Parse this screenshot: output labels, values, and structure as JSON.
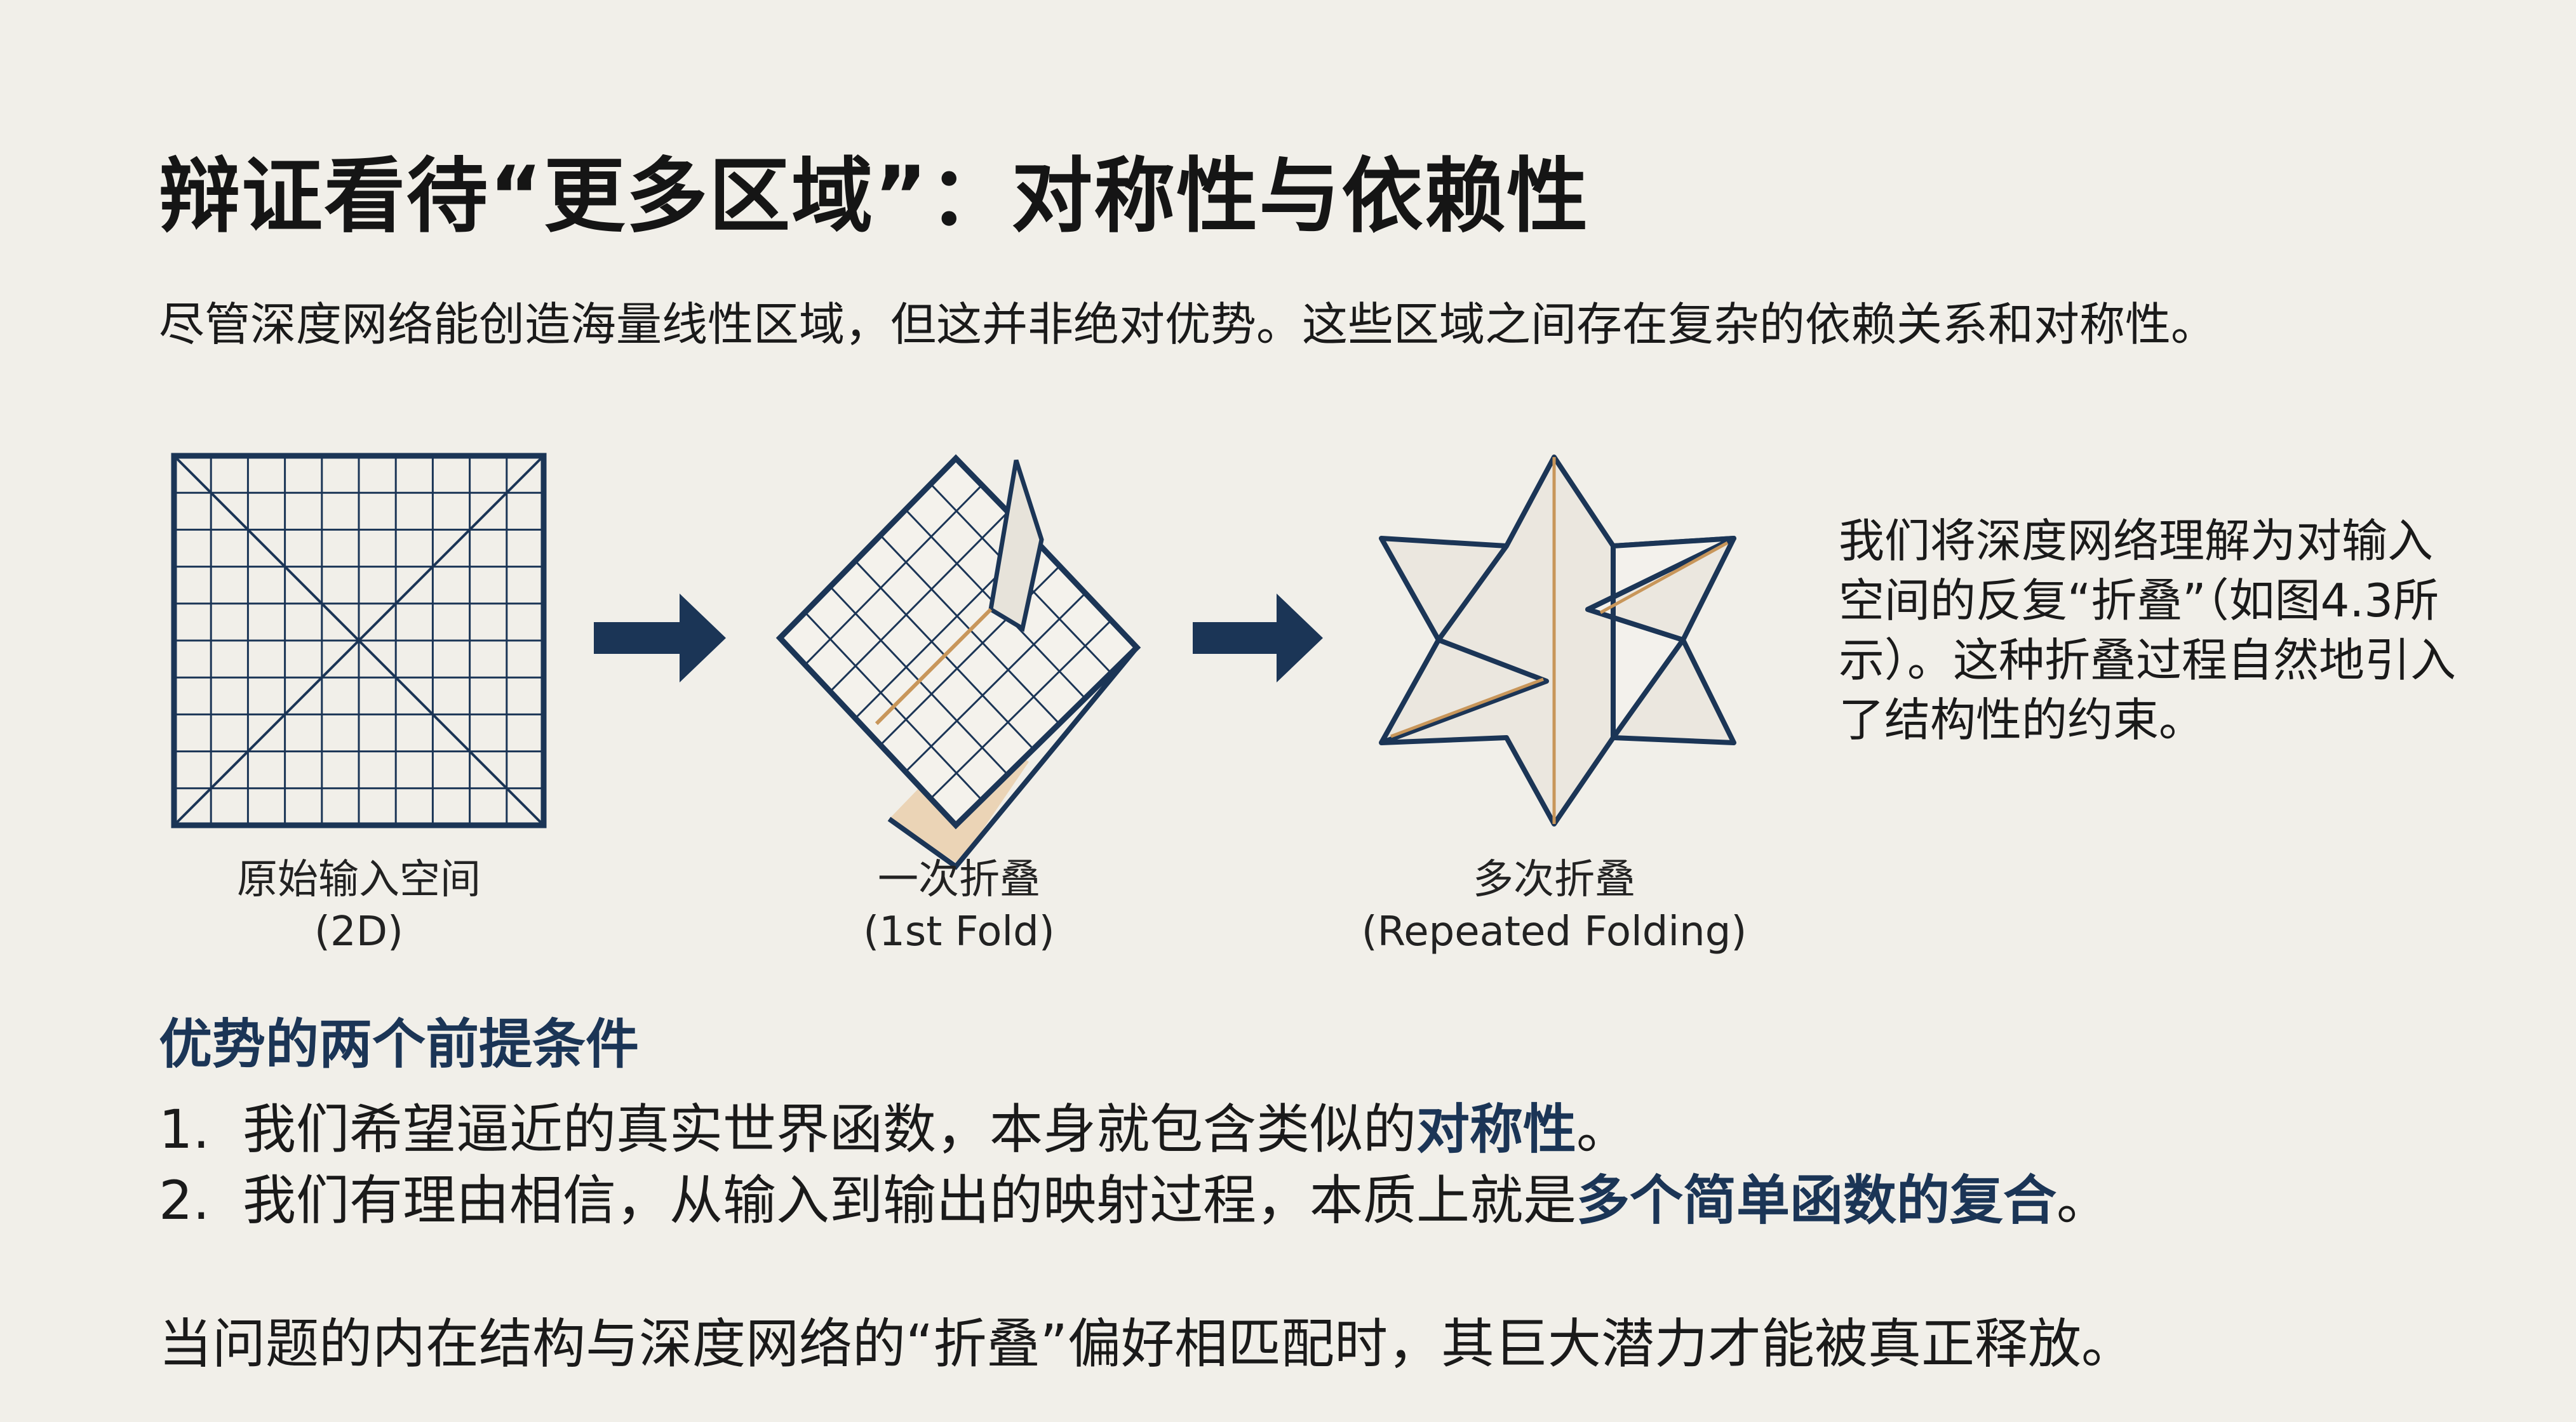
{
  "title": "辩证看待“更多区域”：对称性与依赖性",
  "subtitle": "尽管深度网络能创造海量线性区域，但这并非绝对优势。这些区域之间存在复杂的依赖关系和对称性。",
  "figure": {
    "panels": [
      {
        "label": "原始输入空间",
        "sublabel": "(2D)"
      },
      {
        "label": "一次折叠",
        "sublabel": "(1st Fold)"
      },
      {
        "label": "多次折叠",
        "sublabel": "(Repeated Folding)"
      }
    ],
    "colors": {
      "navy": "#1b3556",
      "fold": "#c8965a",
      "paper": "#ebe7df"
    }
  },
  "side_text": "我们将深度网络理解为对输入空间的反复“折叠”（如图4.3所示）。这种折叠过程自然地引入了结构性的约束。",
  "conditions": {
    "heading": "优势的两个前提条件",
    "items": [
      {
        "num": "1.",
        "text": "我们希望逼近的真实世界函数，本身就包含类似的",
        "highlight": "对称性",
        "end": "。"
      },
      {
        "num": "2.",
        "text": "我们有理由相信，从输入到输出的映射过程，本质上就是",
        "highlight": "多个简单函数的复合",
        "end": "。"
      }
    ]
  },
  "conclusion": "当问题的内在结构与深度网络的“折叠”偏好相匹配时，其巨大潜力才能被真正释放。"
}
